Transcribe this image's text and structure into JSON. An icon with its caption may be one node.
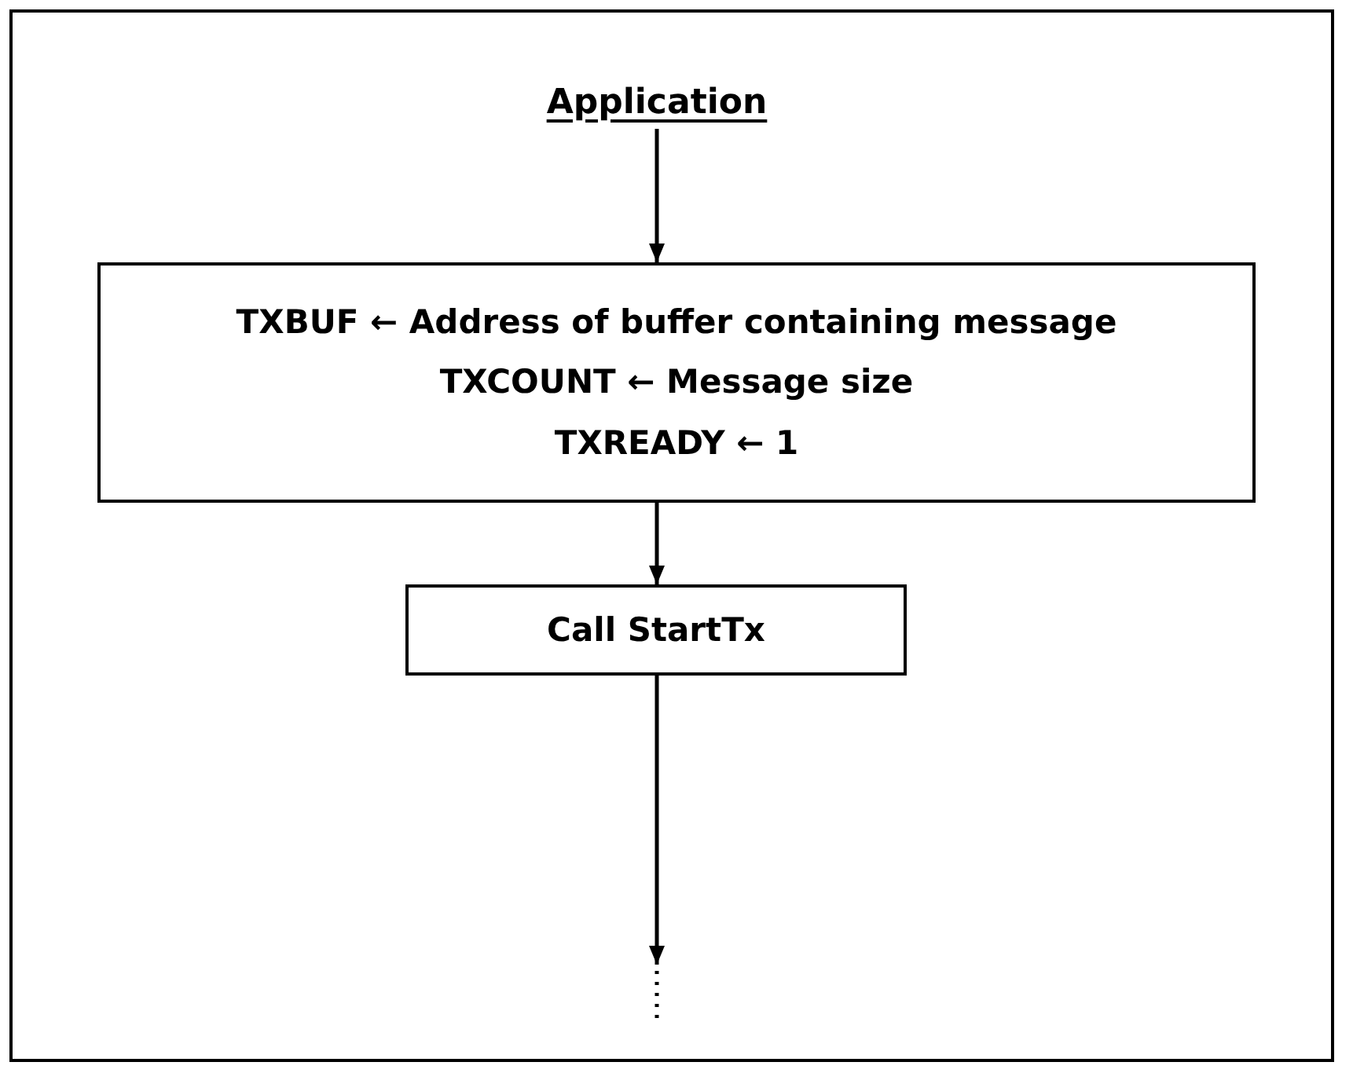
{
  "diagram": {
    "nodes": [
      {
        "text": [
          "Application"
        ]
      },
      {
        "text": [
          "TXBUF ← Address of buffer containing message",
          "TXCOUNT ← Message size",
          "TXREADY ← 1"
        ]
      },
      {
        "text": [
          "Call StartTx"
        ]
      }
    ],
    "edges": [
      {
        "from": 0,
        "to": 1,
        "arrow": "to"
      },
      {
        "from": 1,
        "to": 2,
        "arrow": "to"
      },
      {
        "from": 2,
        "to": null,
        "arrow": "to"
      }
    ]
  }
}
